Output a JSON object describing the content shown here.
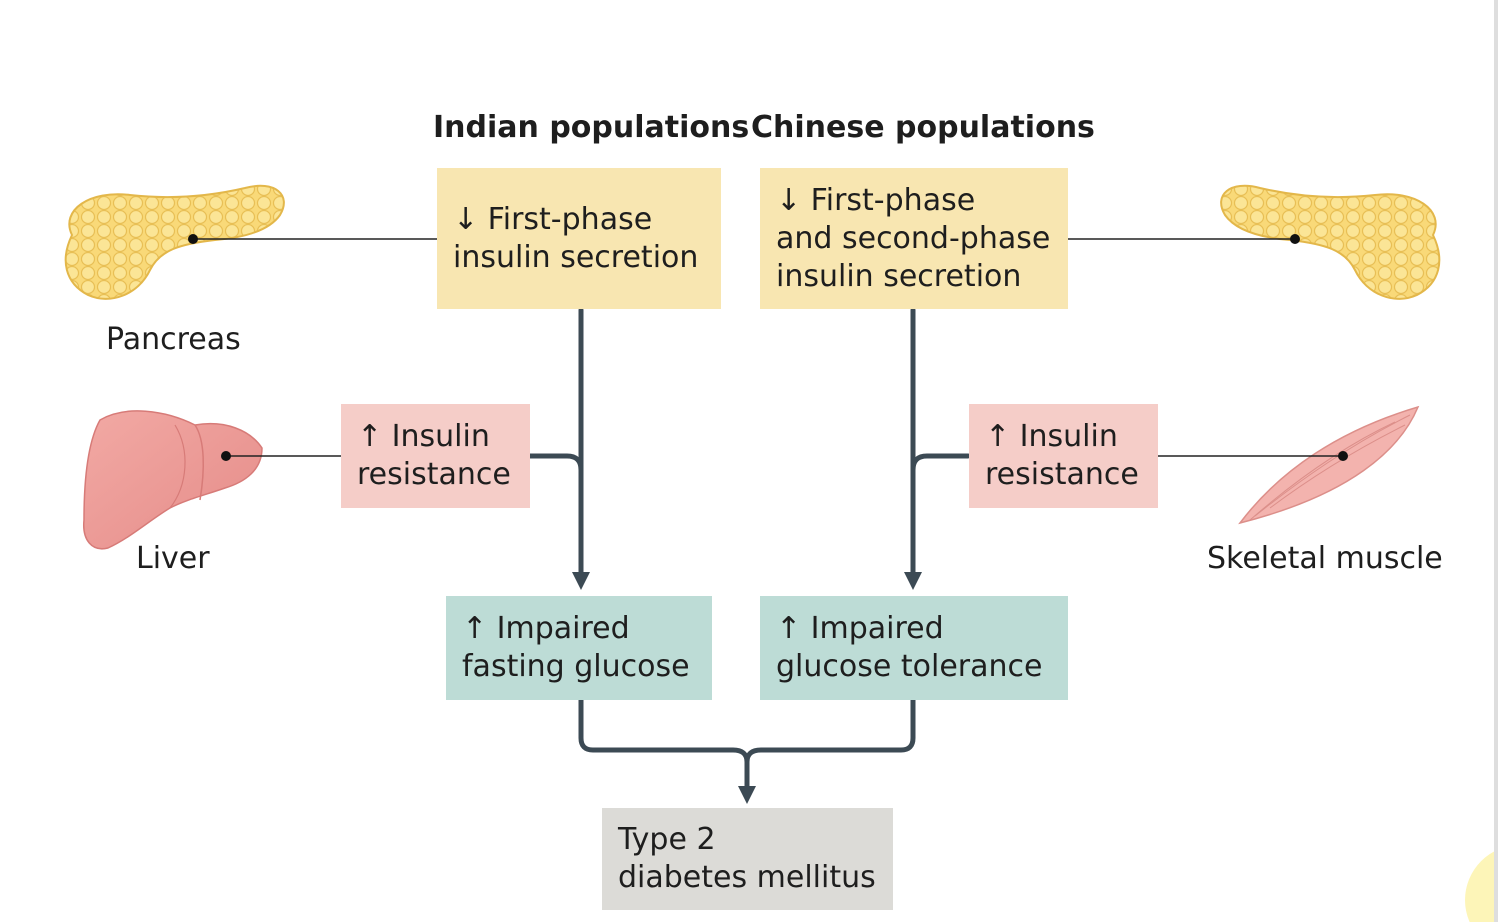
{
  "headers": {
    "left": "Indian populations",
    "right": "Chinese populations"
  },
  "boxes": {
    "indian_secretion": "↓ First-phase\ninsulin secretion",
    "chinese_secretion": "↓ First-phase\nand second-phase\ninsulin secretion",
    "indian_resistance": "↑ Insulin\nresistance",
    "chinese_resistance": "↑ Insulin\nresistance",
    "ifg": "↑ Impaired\nfasting glucose",
    "igt": "↑ Impaired\nglucose tolerance",
    "t2dm": "Type 2\ndiabetes mellitus"
  },
  "organs": {
    "pancreas": "Pancreas",
    "liver": "Liver",
    "muscle": "Skeletal muscle"
  },
  "colors": {
    "yellow": "#f8e6b1",
    "pink": "#f5cdc8",
    "teal": "#bddcd6",
    "grey": "#dcdbd7",
    "arrow": "#3c4a54"
  }
}
